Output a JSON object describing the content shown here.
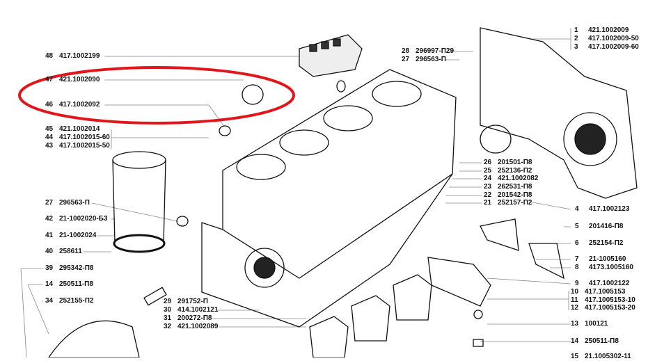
{
  "diagram": {
    "highlight_color": "#e0161b",
    "callouts": [
      {
        "num": "48",
        "part": "417.1002199"
      },
      {
        "num": "47",
        "part": "421.1002090"
      },
      {
        "num": "46",
        "part": "417.1002092"
      },
      {
        "num": "45",
        "part": "421.1002014"
      },
      {
        "num": "44",
        "part": "417.1002015-60"
      },
      {
        "num": "43",
        "part": "417.1002015-50"
      },
      {
        "num": "27",
        "part": "296563-П"
      },
      {
        "num": "42",
        "part": "21-1002020-Б3"
      },
      {
        "num": "41",
        "part": "21-1002024"
      },
      {
        "num": "40",
        "part": "258611"
      },
      {
        "num": "39",
        "part": "295342-П8"
      },
      {
        "num": "14",
        "part": "250511-П8"
      },
      {
        "num": "34",
        "part": "252155-П2"
      },
      {
        "num": "29",
        "part": "291752-П"
      },
      {
        "num": "30",
        "part": "414.1002121"
      },
      {
        "num": "31",
        "part": "200272-П8"
      },
      {
        "num": "32",
        "part": "421.1002089"
      },
      {
        "num": "1",
        "part": "421.1002009"
      },
      {
        "num": "2",
        "part": "417.1002009-50"
      },
      {
        "num": "3",
        "part": "417.1002009-60"
      },
      {
        "num": "28",
        "part": "296997-П29"
      },
      {
        "num": "27",
        "part": "296563-П"
      },
      {
        "num": "26",
        "part": "201501-П8"
      },
      {
        "num": "25",
        "part": "252136-П2"
      },
      {
        "num": "24",
        "part": "421.1002082"
      },
      {
        "num": "23",
        "part": "262531-П8"
      },
      {
        "num": "22",
        "part": "201542-П8"
      },
      {
        "num": "21",
        "part": "252157-П2"
      },
      {
        "num": "4",
        "part": "417.1002123"
      },
      {
        "num": "5",
        "part": "201416-П8"
      },
      {
        "num": "6",
        "part": "252154-П2"
      },
      {
        "num": "7",
        "part": "21-1005160"
      },
      {
        "num": "8",
        "part": "4173.1005160"
      },
      {
        "num": "9",
        "part": "417.1002122"
      },
      {
        "num": "10",
        "part": "417.1005153"
      },
      {
        "num": "11",
        "part": "417.1005153-10"
      },
      {
        "num": "12",
        "part": "417.1005153-20"
      },
      {
        "num": "13",
        "part": "100121"
      },
      {
        "num": "14",
        "part": "250511-П8"
      },
      {
        "num": "15",
        "part": "21.1005302-11"
      }
    ]
  }
}
